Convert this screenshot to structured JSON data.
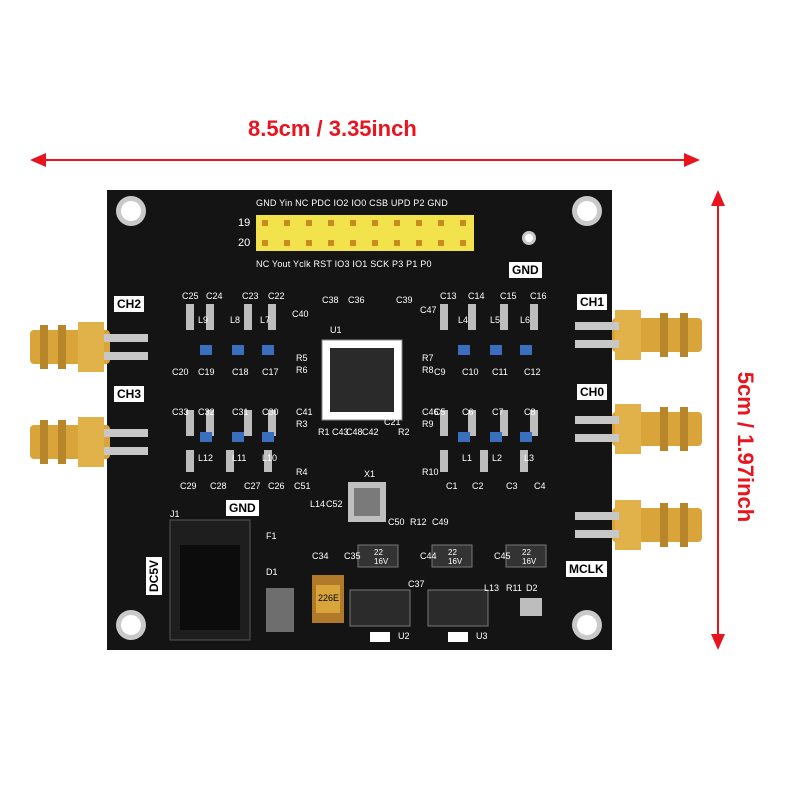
{
  "dimensions": {
    "width_label": "8.5cm / 3.35inch",
    "height_label": "5cm / 1.97inch"
  },
  "colors": {
    "arrow": "#e8141e",
    "board": "#141414",
    "gold": "#d9a43a",
    "pin_header": "#f2e24b"
  },
  "header": {
    "top_pins": "GND Yin  NC  PDC IO2  IO0  CSB  UPD  P2  GND",
    "bottom_pins": "NC  Yout Yclk RST IO3  IO1  SCK   P3   P1   P0",
    "pin_19": "19",
    "pin_20": "20"
  },
  "ports": {
    "ch2": "CH2",
    "ch3": "CH3",
    "ch1": "CH1",
    "ch0": "CH0",
    "mclk": "MCLK",
    "gnd_top": "GND",
    "gnd_mid": "GND",
    "dc5v": "DC5V"
  },
  "designators": [
    "C25",
    "C24",
    "C23",
    "C22",
    "C38",
    "C36",
    "C39",
    "C13",
    "C14",
    "C15",
    "C16",
    "L9",
    "L8",
    "L7",
    "C40",
    "U1",
    "C47",
    "L4",
    "L5",
    "L6",
    "R5",
    "R6",
    "R7",
    "R8",
    "C20",
    "C19",
    "C18",
    "C17",
    "C9",
    "C10",
    "C11",
    "C12",
    "C33",
    "C32",
    "C31",
    "C30",
    "C41",
    "R3",
    "C46",
    "R9",
    "C5",
    "C6",
    "C7",
    "C8",
    "R1",
    "C43",
    "C48",
    "C42",
    "R2",
    "C21",
    "L12",
    "L11",
    "L10",
    "L1",
    "L2",
    "L3",
    "R4",
    "R10",
    "C29",
    "C28",
    "C27",
    "C26",
    "C1",
    "C2",
    "C3",
    "C4",
    "C51",
    "X1",
    "L14",
    "C52",
    "C50",
    "R12",
    "C49",
    "J1",
    "F1",
    "C34",
    "C35",
    "C44",
    "C45",
    "D1",
    "C37",
    "L13",
    "R11",
    "D2",
    "U2",
    "U3"
  ],
  "chips": {
    "cap_voltage_1": "22\n16V",
    "cap_voltage_2": "22\n16V",
    "cap_voltage_3": "22\n16V",
    "tantalum": "226E"
  }
}
